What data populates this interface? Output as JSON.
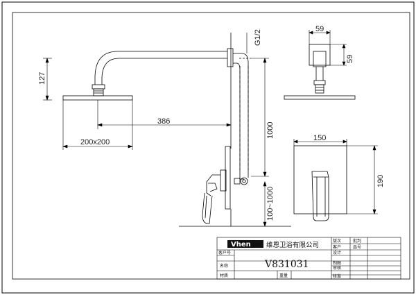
{
  "dimensions": {
    "pipe_thread": "G1/2",
    "head_width": "59",
    "head_depth": "59",
    "drop": "127",
    "arm_reach": "386",
    "head_size": "200x200",
    "vertical_pipe": "1000",
    "valve_height": "100~1000",
    "plate_width": "150",
    "plate_height": "190"
  },
  "title_block": {
    "brand": "Vhen",
    "company": "维恩卫浴有限公司",
    "model": "V831031",
    "labels": {
      "version": "版次",
      "client": "客户",
      "approve": "批判",
      "customer_no": "客户号",
      "serial": "品号",
      "design": "设计",
      "drawing": "制图",
      "check": "审核",
      "verify": "核准",
      "name": "名称",
      "material": "材质",
      "weight": "重量"
    }
  }
}
